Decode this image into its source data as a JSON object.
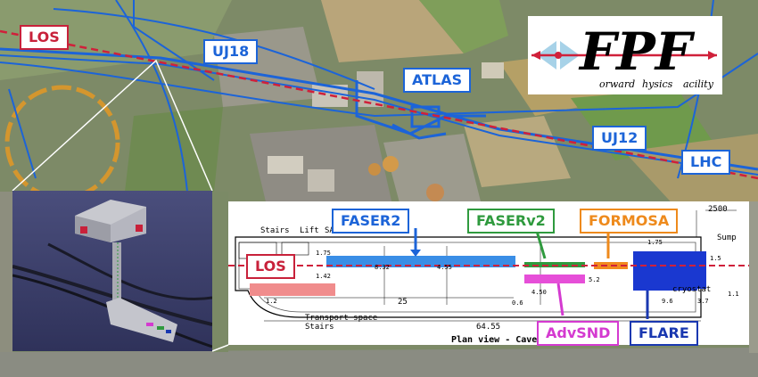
{
  "labels": {
    "los_top": "LOS",
    "uj18": "UJ18",
    "atlas": "ATLAS",
    "uj12": "UJ12",
    "lhc": "LHC",
    "faser2": "FASER2",
    "faserv2": "FASERv2",
    "formosa": "FORMOSA",
    "los_plan": "LOS",
    "advsnd": "AdvSND",
    "flare": "FLARE"
  },
  "logo": {
    "letters": "FPF",
    "subtitle_words": [
      "orward",
      "hysics",
      "acility"
    ]
  },
  "plan_view": {
    "caption": "Plan view - Cavern",
    "total_length": "64.55",
    "segment_length": "25",
    "width_dim": "2500",
    "annotations": [
      "Stairs",
      "Lift",
      "SAS",
      "Transport space",
      "Stairs",
      "Sump",
      "cryostat"
    ],
    "dims": [
      "8.32",
      "4.55",
      "1.42",
      "1.75",
      "4.50",
      "9.6",
      "3.7",
      "1.2",
      "1.1",
      "5.2",
      "1.75",
      "1.5",
      "0.6"
    ]
  },
  "colors": {
    "blue": "#1c64d8",
    "red": "#c8213a",
    "green": "#2f9a3e",
    "orange": "#ee8a1c",
    "magenta": "#d43ad0",
    "navy": "#1a38b0"
  }
}
